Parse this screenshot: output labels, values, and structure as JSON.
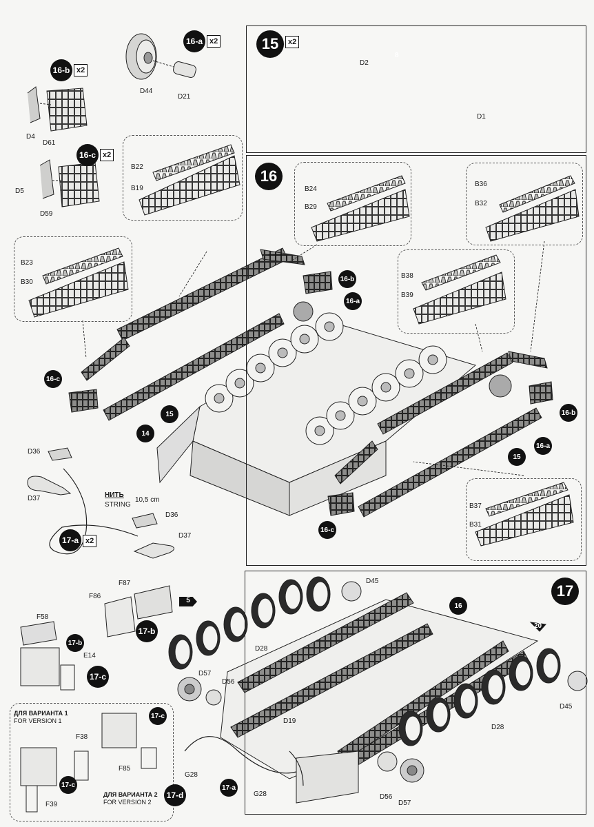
{
  "steps": {
    "s15": {
      "number": "15",
      "qty": "x2"
    },
    "s16": {
      "number": "16"
    },
    "s17": {
      "number": "17"
    }
  },
  "subassemblies": {
    "a16": {
      "label": "16-a",
      "qty": "x2"
    },
    "b16": {
      "label": "16-b",
      "qty": "x2"
    },
    "c16": {
      "label": "16-c",
      "qty": "x2"
    },
    "a17": {
      "label": "17-a",
      "qty": "x2"
    },
    "b17": {
      "label": "17-b"
    },
    "c17": {
      "label": "17-c"
    },
    "d17": {
      "label": "17-d"
    }
  },
  "refs": {
    "hull14": "14",
    "b16_a": "16-b",
    "a16_a": "16-a",
    "c16_a": "16-c",
    "track15_a": "15",
    "b16_b": "16-b",
    "a16_b": "16-a",
    "track15_b": "15",
    "c16_b": "16-c",
    "track16": "16",
    "c17_a": "17-c",
    "c17_b": "17-c",
    "a17_b": "17-a",
    "b17_b": "17-b",
    "flag8": "8",
    "flag5": "5",
    "flag20": "20"
  },
  "parts": {
    "D44": "D44",
    "D21": "D21",
    "D4": "D4",
    "D61": "D61",
    "D5": "D5",
    "D59": "D59",
    "D1": "D1",
    "D2": "D2",
    "B22": "B22",
    "B19": "B19",
    "B23": "B23",
    "B30": "B30",
    "B24": "B24",
    "B29": "B29",
    "B36": "B36",
    "B32": "B32",
    "B38": "B38",
    "B39": "B39",
    "B37": "B37",
    "B31": "B31",
    "D36a": "D36",
    "D37a": "D37",
    "D36b": "D36",
    "D37b": "D37",
    "F87": "F87",
    "F86": "F86",
    "F58": "F58",
    "E14": "E14",
    "F38": "F38",
    "F85": "F85",
    "F39": "F39",
    "D45a": "D45",
    "D45b": "D45",
    "D28a": "D28",
    "D28b": "D28",
    "D57a": "D57",
    "D56a": "D56",
    "D57b": "D57",
    "D56b": "D56",
    "D19": "D19",
    "G28a": "G28",
    "G28b": "G28"
  },
  "string_note": {
    "ru": "НИТЬ",
    "en": "STRING",
    "length": "10,5 cm"
  },
  "versions": {
    "v1_ru": "ДЛЯ ВАРИАНТА 1",
    "v1_en": "FOR VERSION  1",
    "v2_ru": "ДЛЯ ВАРИАНТА 2",
    "v2_en": "FOR VERSION  2"
  },
  "colors": {
    "ink": "#1a1a1a",
    "paper": "#f6f6f4",
    "part_fill": "#e8e8e6"
  }
}
